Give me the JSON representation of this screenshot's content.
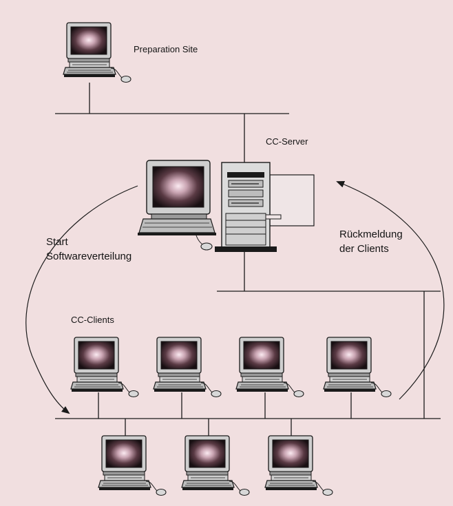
{
  "labels": {
    "preparation_site": "Preparation Site",
    "cc_server": "CC-Server",
    "cc_clients": "CC-Clients",
    "start_line1": "Start",
    "start_line2": "Softwareverteilung",
    "rueck_line1": "Rückmeldung",
    "rueck_line2": "der Clients"
  },
  "colors": {
    "background": "#f1dfe0",
    "line": "#1a1a1a",
    "monitor_frame": "#cfcfcf",
    "screen_glow": "#f4d9e3"
  },
  "icons": {
    "workstation": "desktop-computer-icon",
    "server": "server-tower-icon",
    "mouse": "mouse-icon"
  }
}
